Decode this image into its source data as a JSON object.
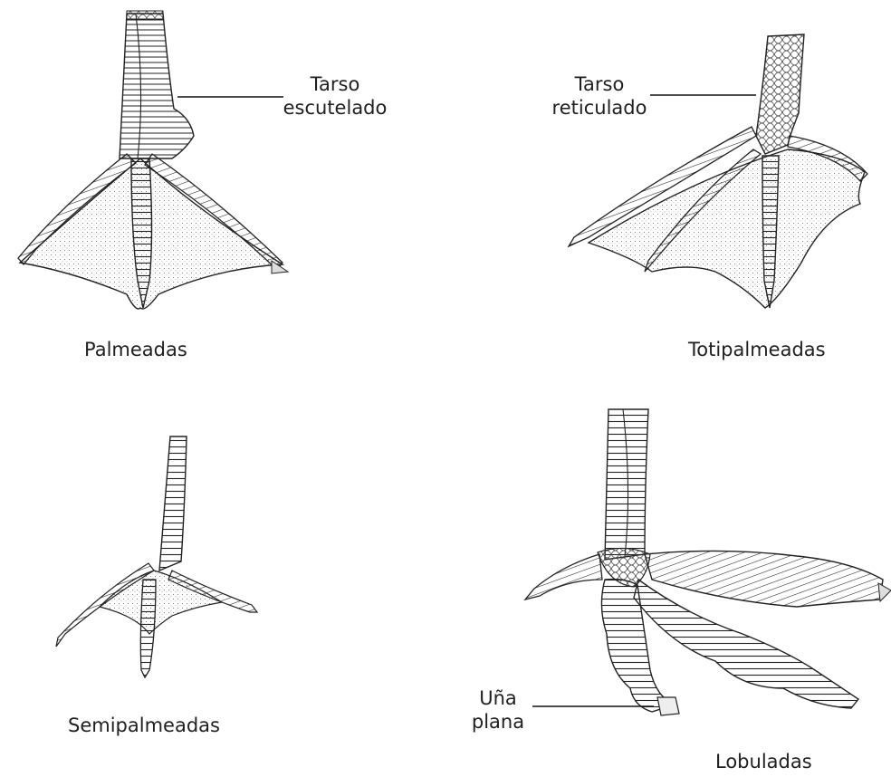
{
  "feet": {
    "palmeadas": {
      "caption": "Palmeadas",
      "annotation": [
        "Tarso",
        "escutelado"
      ]
    },
    "totipalmeadas": {
      "caption": "Totipalmeadas",
      "annotation": [
        "Tarso",
        "reticulado"
      ]
    },
    "semipalmeadas": {
      "caption": "Semipalmeadas"
    },
    "lobuladas": {
      "caption": "Lobuladas",
      "annotation": [
        "Uña",
        "plana"
      ]
    }
  }
}
